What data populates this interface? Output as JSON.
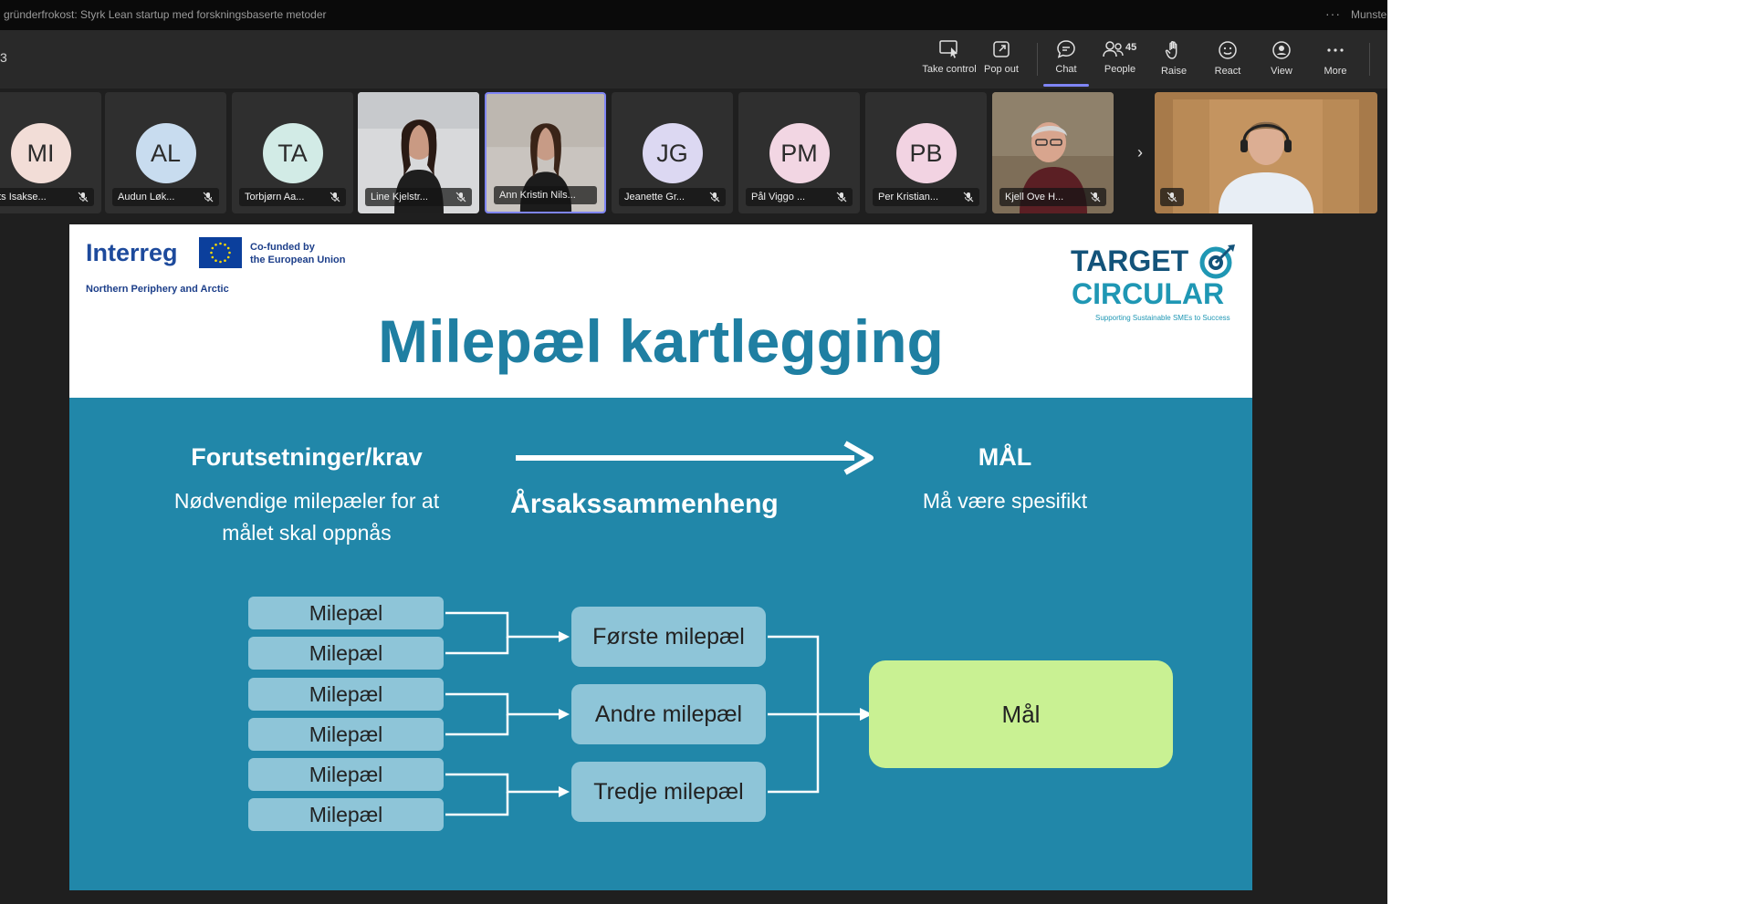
{
  "window": {
    "title": "gründerfrokost: Styrk Lean startup med forskningsbaserte metoder",
    "more_dots": "···",
    "right_text": "Munste"
  },
  "meeting": {
    "timer": "3"
  },
  "toolbar": {
    "take_control": "Take control",
    "pop_out": "Pop out",
    "chat": "Chat",
    "people": "People",
    "people_count": "45",
    "raise": "Raise",
    "react": "React",
    "view": "View",
    "more": "More"
  },
  "participants": [
    {
      "initials": "MI",
      "name": "ats Isakse...",
      "color": "#f2ddd7",
      "video": false
    },
    {
      "initials": "AL",
      "name": "Audun Løk...",
      "color": "#c8dcef",
      "video": false
    },
    {
      "initials": "TA",
      "name": "Torbjørn Aa...",
      "color": "#d2ebe6",
      "video": false
    },
    {
      "initials": "",
      "name": "Line Kjelstr...",
      "color": "",
      "video": true
    },
    {
      "initials": "",
      "name": "Ann Kristin Nils...",
      "color": "",
      "video": true
    },
    {
      "initials": "JG",
      "name": "Jeanette Gr...",
      "color": "#dcd8f2",
      "video": false
    },
    {
      "initials": "PM",
      "name": "Pål Viggo ...",
      "color": "#f2d6e3",
      "video": false
    },
    {
      "initials": "PB",
      "name": "Per Kristian...",
      "color": "#f2d3e2",
      "video": false
    },
    {
      "initials": "",
      "name": "Kjell Ove H...",
      "color": "",
      "video": true
    }
  ],
  "strip_next": "›",
  "slide": {
    "interreg": "Interreg",
    "cofunded_line1": "Co-funded by",
    "cofunded_line2": "the European Union",
    "npa": "Northern Periphery and Arctic",
    "brand_line1": "TARGET",
    "brand_line2": "CIRCULAR",
    "brand_sub": "Supporting Sustainable SMEs to Success",
    "title": "Milepæl kartlegging",
    "left_heading": "Forutsetninger/krav",
    "left_sub_line1": "Nødvendige milepæler for at",
    "left_sub_line2": "målet skal oppnås",
    "middle_label": "Årsakssammenheng",
    "right_heading": "MÅL",
    "right_sub": "Må være spesifikt",
    "milestones": [
      "Milepæl",
      "Milepæl",
      "Milepæl",
      "Milepæl",
      "Milepæl",
      "Milepæl"
    ],
    "ordered": [
      "Første milepæl",
      "Andre milepæl",
      "Tredje milepæl"
    ],
    "goal": "Mål"
  },
  "colors": {
    "slide_blue": "#2187a9",
    "box_blue": "#8ec5d8",
    "goal_green": "#c9f193",
    "accent": "#7f85f5"
  }
}
